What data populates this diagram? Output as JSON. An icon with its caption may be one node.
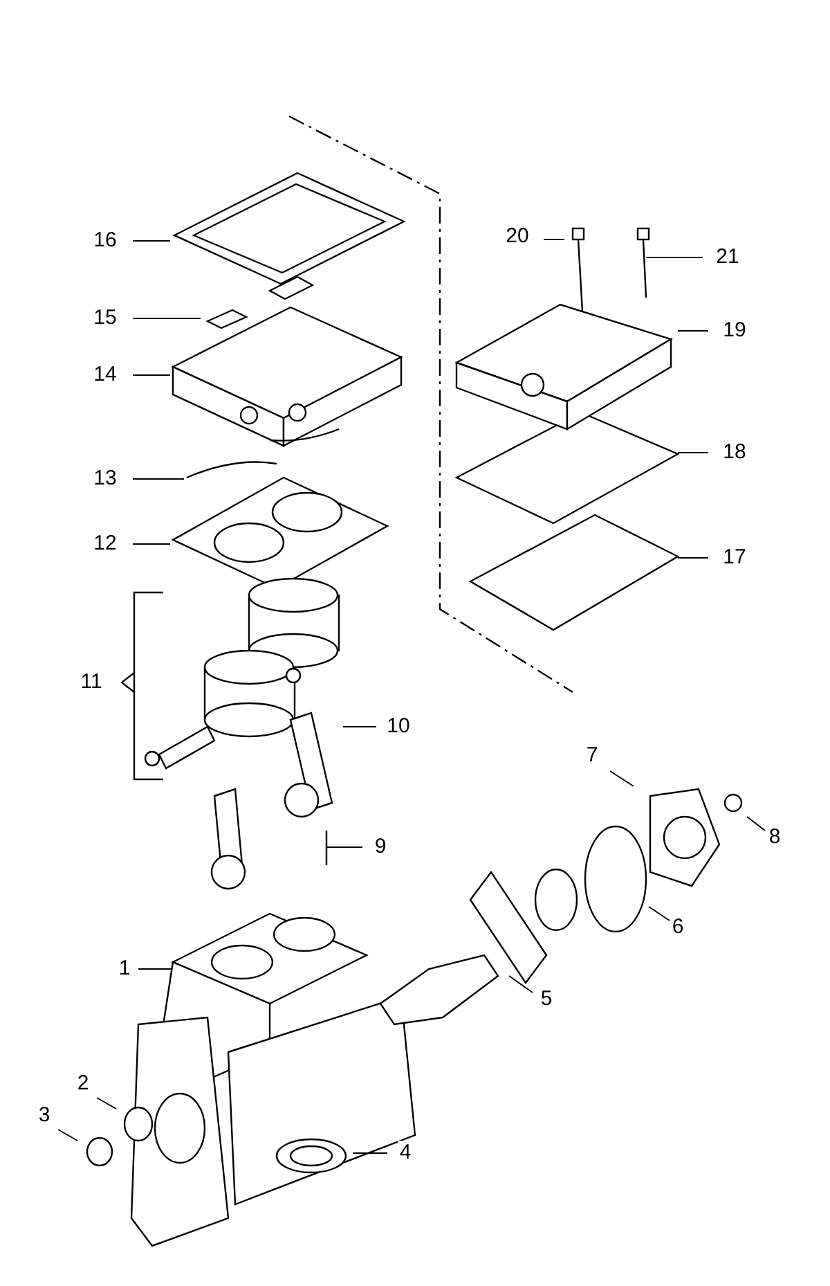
{
  "diagram": {
    "nodes": [
      {
        "text": [
          "16"
        ]
      },
      {
        "text": [
          "20"
        ]
      },
      {
        "text": [
          "21"
        ]
      },
      {
        "text": [
          "15"
        ]
      },
      {
        "text": [
          "19"
        ]
      },
      {
        "text": [
          "14"
        ]
      },
      {
        "text": [
          "18"
        ]
      },
      {
        "text": [
          "13"
        ]
      },
      {
        "text": [
          "12"
        ]
      },
      {
        "text": [
          "17"
        ]
      },
      {
        "text": [
          "10"
        ]
      },
      {
        "text": [
          "7"
        ]
      },
      {
        "text": [
          "8"
        ]
      },
      {
        "text": [
          "9"
        ]
      },
      {
        "text": [
          "6"
        ]
      },
      {
        "text": [
          "1"
        ]
      },
      {
        "text": [
          "5"
        ]
      },
      {
        "text": [
          "2"
        ]
      },
      {
        "text": [
          "3"
        ]
      },
      {
        "text": [
          "4"
        ]
      },
      {
        "text": [
          "11"
        ]
      }
    ],
    "edges": [
      {
        "from": 0,
        "to": null,
        "arrow": "none"
      },
      {
        "from": 1,
        "to": null,
        "arrow": "none"
      },
      {
        "from": 2,
        "to": null,
        "arrow": "none"
      },
      {
        "from": 3,
        "to": null,
        "arrow": "none"
      },
      {
        "from": 4,
        "to": null,
        "arrow": "none"
      },
      {
        "from": 5,
        "to": null,
        "arrow": "none"
      },
      {
        "from": 6,
        "to": null,
        "arrow": "none"
      },
      {
        "from": 7,
        "to": null,
        "arrow": "none"
      },
      {
        "from": 8,
        "to": null,
        "arrow": "none"
      },
      {
        "from": 9,
        "to": null,
        "arrow": "none"
      },
      {
        "from": 10,
        "to": null,
        "arrow": "none"
      },
      {
        "from": 11,
        "to": null,
        "arrow": "none"
      },
      {
        "from": 12,
        "to": null,
        "arrow": "none"
      },
      {
        "from": 13,
        "to": null,
        "arrow": "none"
      },
      {
        "from": 14,
        "to": null,
        "arrow": "none"
      },
      {
        "from": 15,
        "to": null,
        "arrow": "none"
      },
      {
        "from": 16,
        "to": null,
        "arrow": "none"
      },
      {
        "from": 17,
        "to": null,
        "arrow": "none"
      },
      {
        "from": 18,
        "to": null,
        "arrow": "none"
      },
      {
        "from": 19,
        "to": null,
        "arrow": "none"
      }
    ],
    "labels": []
  }
}
